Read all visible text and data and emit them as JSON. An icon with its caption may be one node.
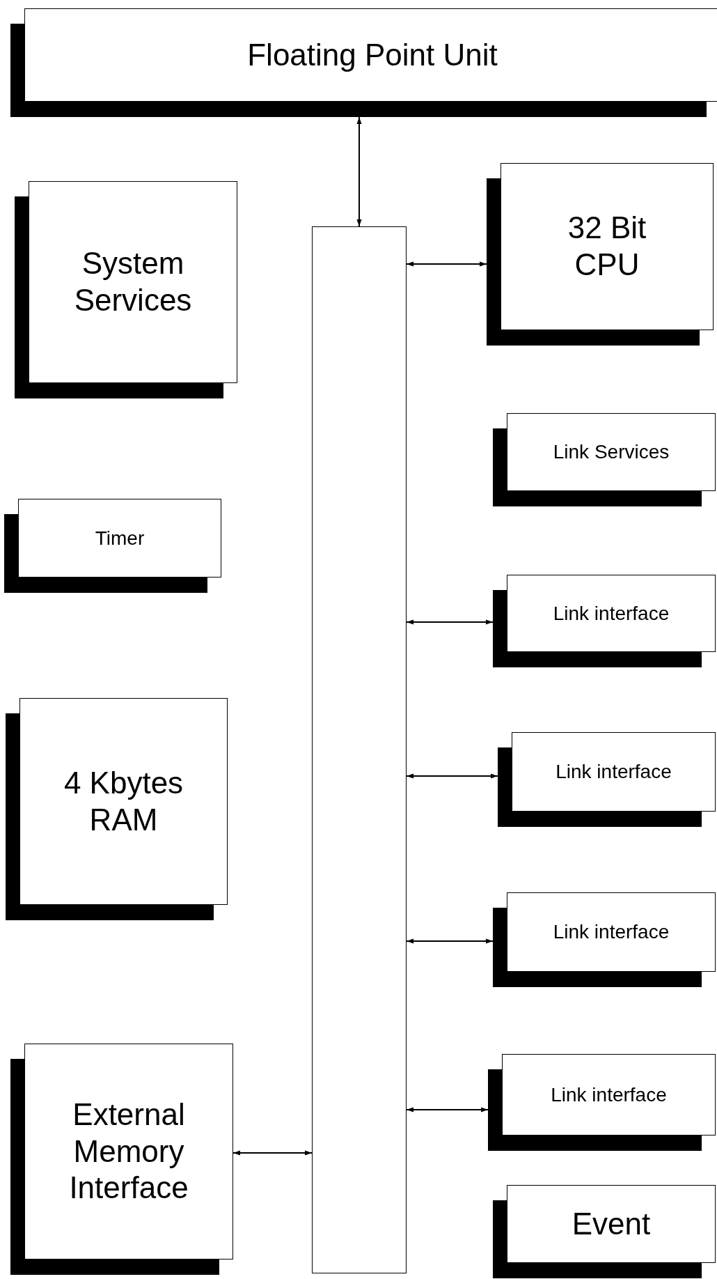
{
  "diagram": {
    "nodes": [
      {
        "text": [
          "Floating Point Unit"
        ]
      },
      {
        "text": [
          "System Services"
        ]
      },
      {
        "text": [],
        "shape": "bar"
      },
      {
        "text": [
          "32 Bit CPU"
        ]
      },
      {
        "text": [
          "Link Services"
        ]
      },
      {
        "text": [
          "Timer"
        ]
      },
      {
        "text": [
          "Link interface"
        ]
      },
      {
        "text": [
          "4 Kbytes RAM"
        ]
      },
      {
        "text": [
          "Link interface"
        ]
      },
      {
        "text": [
          "Link interface"
        ]
      },
      {
        "text": [
          "Link interface"
        ]
      },
      {
        "text": [
          "External Memory Interface"
        ]
      },
      {
        "text": [
          "Event"
        ]
      }
    ],
    "edges": [
      {
        "from": 0,
        "to": 2,
        "arrow": "both"
      },
      {
        "from": 2,
        "to": 3,
        "arrow": "both"
      },
      {
        "from": 2,
        "to": 6,
        "arrow": "both"
      },
      {
        "from": 2,
        "to": 8,
        "arrow": "both"
      },
      {
        "from": 2,
        "to": 9,
        "arrow": "both"
      },
      {
        "from": 2,
        "to": 10,
        "arrow": "both"
      },
      {
        "from": 11,
        "to": 2,
        "arrow": "both"
      }
    ]
  }
}
